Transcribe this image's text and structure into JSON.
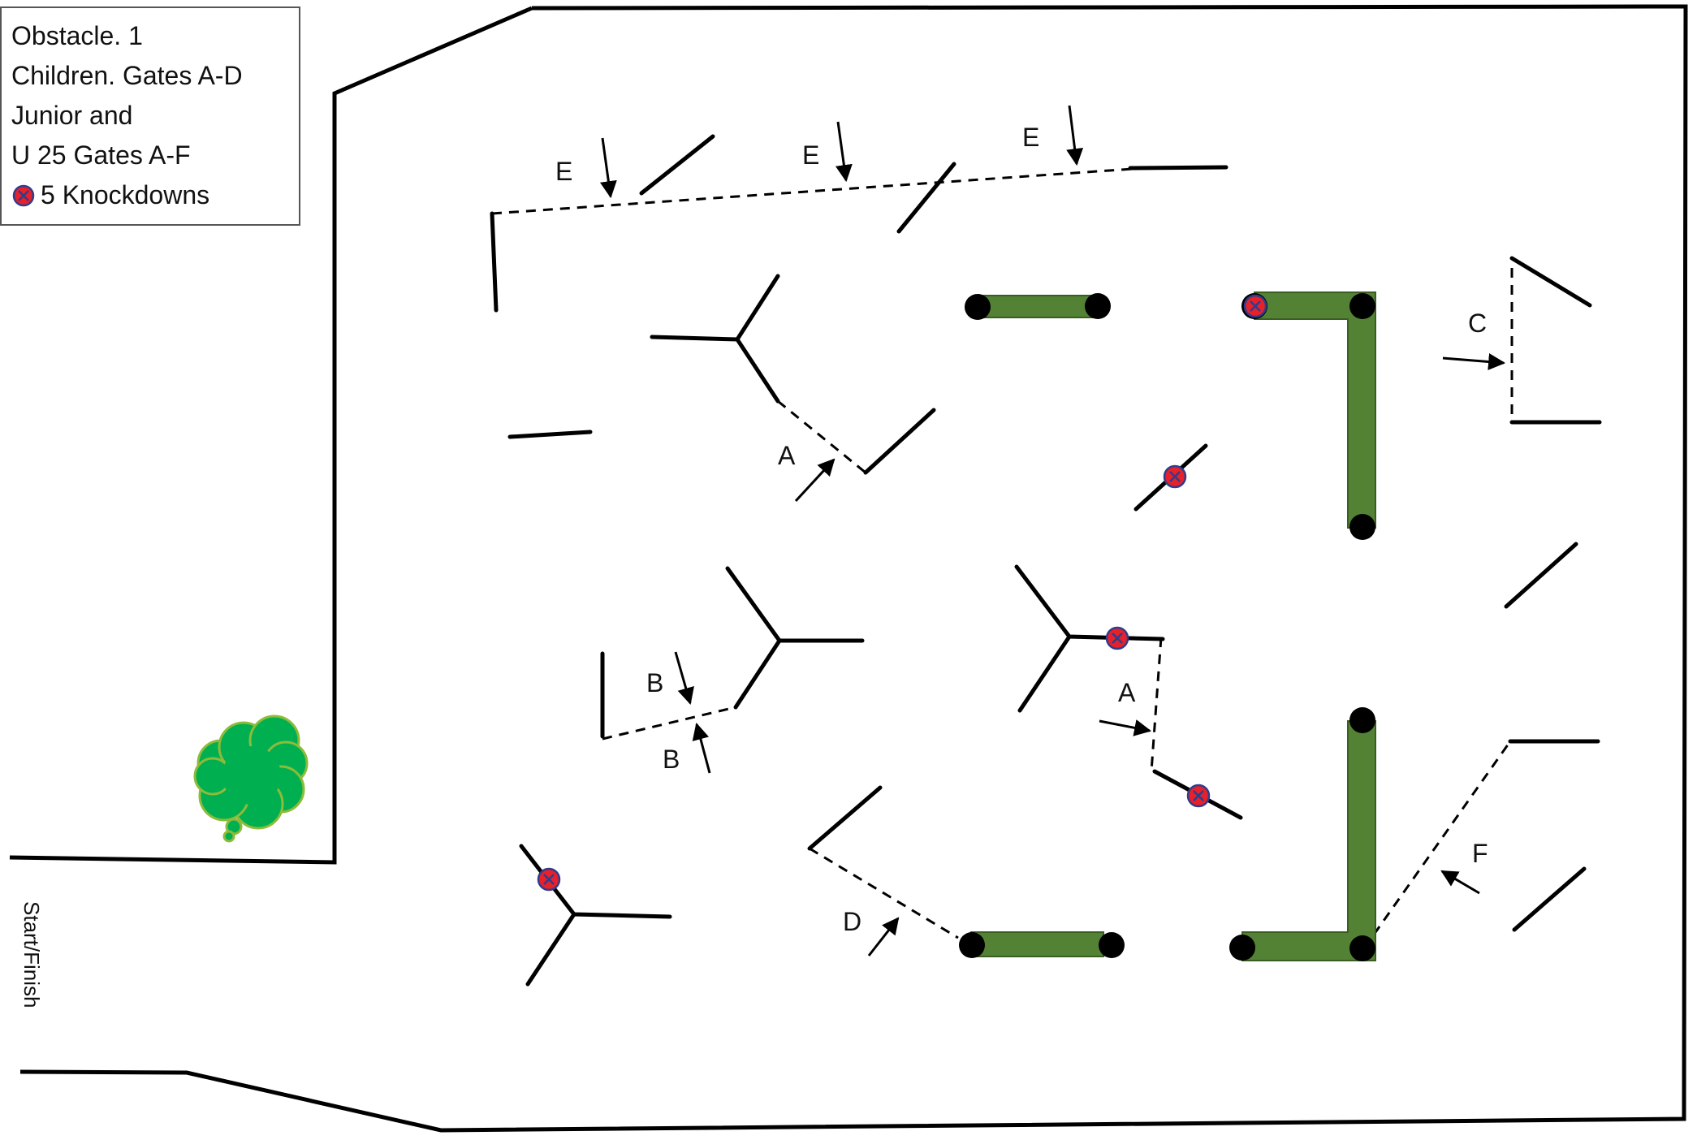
{
  "legend": {
    "line1": "Obstacle. 1",
    "line2": "Children. Gates A-D",
    "line3": "Junior and",
    "line4": "U 25 Gates A-F",
    "knockdowns": "5 Knockdowns"
  },
  "start_finish": "Start/Finish",
  "gates": {
    "e1": "E",
    "e2": "E",
    "e3": "E",
    "a1": "A",
    "a2": "A",
    "b1": "B",
    "b2": "B",
    "c": "C",
    "d": "D",
    "f": "F"
  },
  "colors": {
    "line": "#000000",
    "bar": "#548235",
    "bar_border": "#3a5e22",
    "knockdown_fill": "#e8202a",
    "knockdown_ring": "#2f3d8c",
    "tree": "#00b050",
    "tree_edge": "#8dbb3a"
  },
  "icons": {
    "knockdown": "red-circle-x-icon",
    "tree": "tree-icon"
  }
}
